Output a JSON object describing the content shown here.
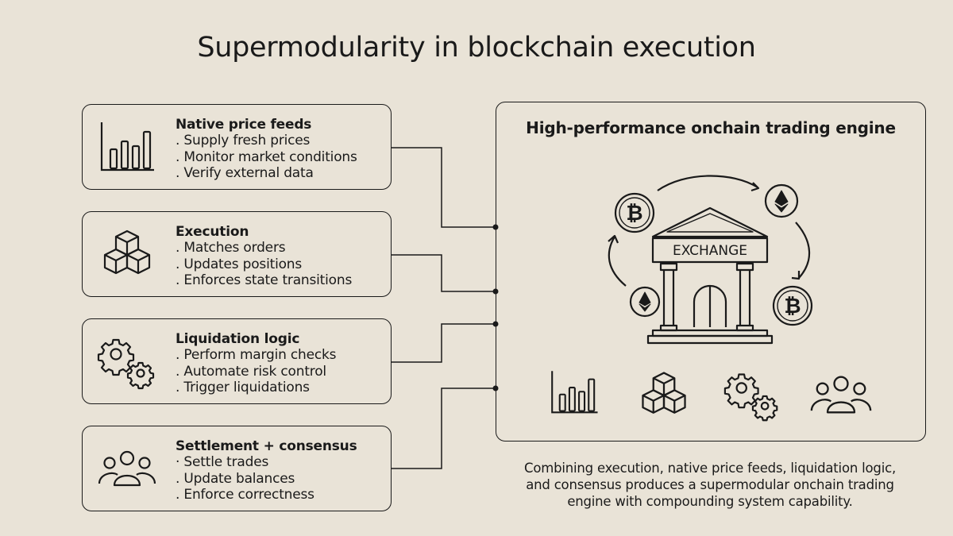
{
  "title": "Supermodularity in blockchain execution",
  "cards": [
    {
      "heading": "Native price feeds",
      "lines": [
        ". Supply fresh prices",
        ". Monitor market conditions",
        ". Verify external data"
      ],
      "icon": "bar-chart-icon"
    },
    {
      "heading": "Execution",
      "lines": [
        ". Matches orders",
        ". Updates positions",
        ". Enforces state transitions"
      ],
      "icon": "cubes-icon"
    },
    {
      "heading": "Liquidation logic",
      "lines": [
        ". Perform margin checks",
        ". Automate risk control",
        ". Trigger liquidations"
      ],
      "icon": "gears-icon"
    },
    {
      "heading": "Settlement + consensus",
      "lines": [
        "· Settle trades",
        ". Update balances",
        ". Enforce correctness"
      ],
      "icon": "users-icon"
    }
  ],
  "engine": {
    "title": "High-performance onchain trading engine",
    "exchange_label": "EXCHANGE"
  },
  "caption": {
    "lines": [
      "Combining execution, native price feeds, liquidation logic,",
      "and consensus produces a supermodular onchain trading",
      "engine with compounding system capability."
    ]
  },
  "colors": {
    "background": "#e9e3d7",
    "ink": "#1a1a1a"
  }
}
